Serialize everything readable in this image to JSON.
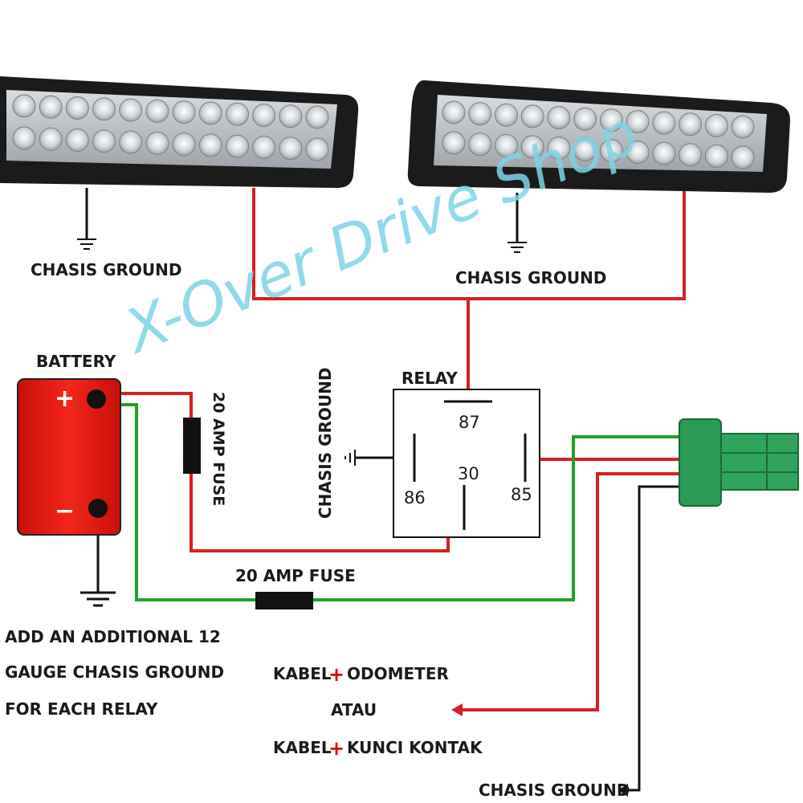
{
  "labels": {
    "chasis_ground_left": "CHASIS GROUND",
    "chasis_ground_right": "CHASIS GROUND",
    "battery": "BATTERY",
    "battery_plus": "+",
    "battery_minus": "−",
    "relay": "RELAY",
    "relay_pin_87": "87",
    "relay_pin_86": "86",
    "relay_pin_30": "30",
    "relay_pin_85": "85",
    "chasis_ground_relay": "CHASIS GROUND",
    "fuse_vertical": "20 AMP FUSE",
    "fuse_horizontal": "20 AMP FUSE",
    "note_line1": "ADD AN ADDITIONAL 12",
    "note_line2": "GAUGE CHASIS GROUND",
    "note_line3": "FOR EACH RELAY",
    "kabel_odometer_a": "KABEL",
    "kabel_odometer_plus": "+",
    "kabel_odometer_b": "ODOMETER",
    "atau": "ATAU",
    "kabel_kunci_a": "KABEL",
    "kabel_kunci_plus": "+",
    "kabel_kunci_b": "KUNCI KONTAK",
    "chasis_ground_bottom": "CHASIS GROUND"
  },
  "watermark": "X-Over Drive Shop",
  "colors": {
    "power_wire": "#d42020",
    "switch_wire": "#22a02a",
    "ground_wire": "#111111",
    "battery_body": "#ee1a12",
    "connector": "#2a9a55",
    "watermark": "#7fd3e6"
  }
}
